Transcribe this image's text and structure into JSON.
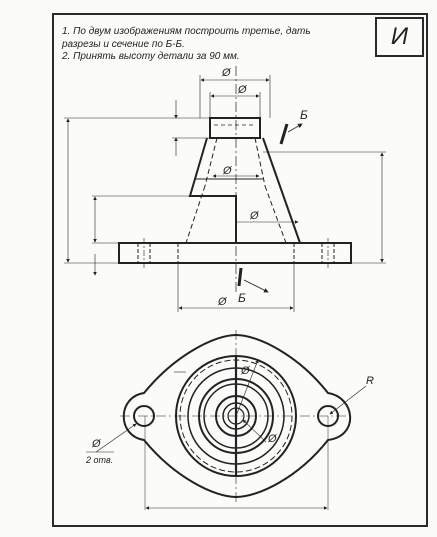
{
  "variant_letter": "И",
  "task_lines": [
    "1. По двум изображениям построить третье, дать",
    "разрезы и сечение по Б-Б.",
    "2. Принять высоту детали за 90 мм."
  ],
  "labels": {
    "diameter": "Ø",
    "section_letter": "Б",
    "radius": "R",
    "holes_note": "2 отв."
  }
}
